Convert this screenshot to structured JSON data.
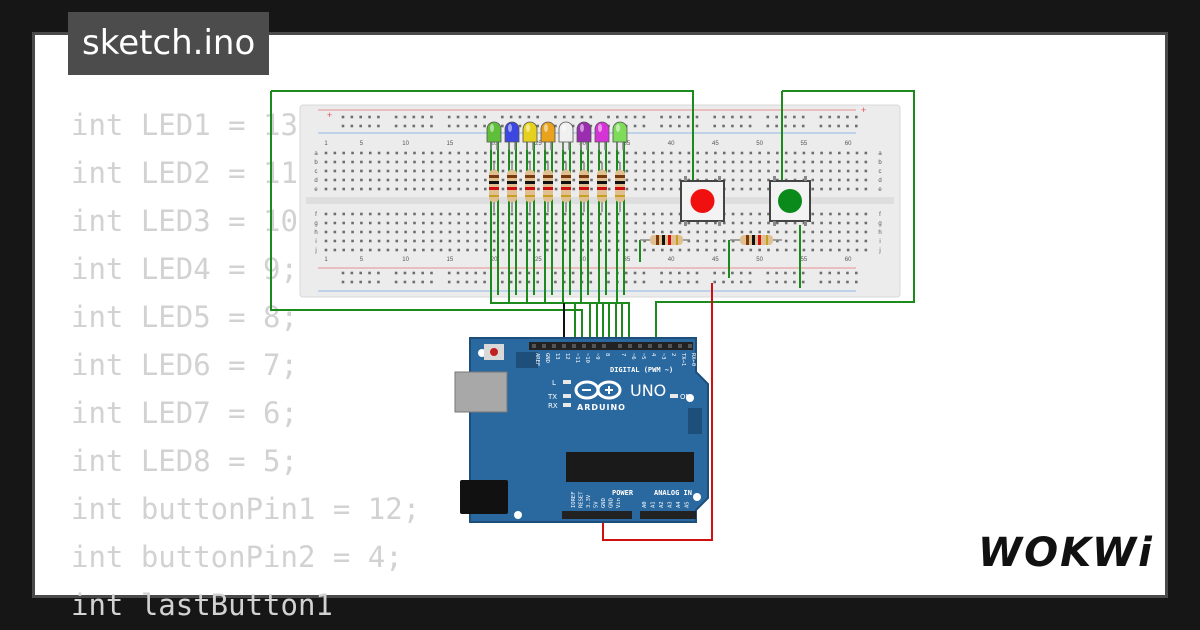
{
  "title": "sketch.ino",
  "code_lines": [
    "int LED1 = 13;",
    "int LED2 = 11;",
    "int LED3 = 10;",
    "int LED4 = 9;",
    "int LED5 = 8;",
    "int LED6 = 7;",
    "int LED7 = 6;",
    "int LED8 = 5;",
    "int buttonPin1 = 12;",
    "int buttonPin2 = 4;",
    "int lastButton1"
  ],
  "board": {
    "model": "UNO",
    "brand": "ARDUINO",
    "digital_label": "DIGITAL (PWM ~)",
    "power_label": "POWER",
    "analog_label": "ANALOG IN",
    "on_label": "ON",
    "l_label": "L",
    "tx_label": "TX",
    "rx_label": "RX",
    "top_pins": [
      "AREF",
      "GND",
      "13",
      "12",
      "~11",
      "~10",
      "~9",
      "8",
      "7",
      "~6",
      "~5",
      "4",
      "~3",
      "2",
      "TX→1",
      "RX←0"
    ],
    "power_pins": [
      "IOREF",
      "RESET",
      "3.3V",
      "5V",
      "GND",
      "GND",
      "Vin"
    ],
    "analog_pins": [
      "A0",
      "A1",
      "A2",
      "A3",
      "A4",
      "A5"
    ]
  },
  "breadboard": {
    "column_numbers": [
      "1",
      "5",
      "10",
      "15",
      "20",
      "25",
      "30",
      "35",
      "40",
      "45",
      "50",
      "55",
      "60"
    ],
    "row_letters_top": [
      "a",
      "b",
      "c",
      "d",
      "e"
    ],
    "row_letters_bottom": [
      "f",
      "g",
      "h",
      "i",
      "j"
    ]
  },
  "led_colors": [
    "#5fbf3a",
    "#3c46e0",
    "#e6d21e",
    "#e8a21e",
    "#f0f0f0",
    "#9a2db0",
    "#d633d6",
    "#7fdc5a"
  ],
  "button_colors": [
    "#f01010",
    "#0a8a1a"
  ],
  "wire_colors": {
    "green": "#1d8a1d",
    "red": "#d01010",
    "black": "#111111"
  },
  "logo_text": "WOKWi"
}
